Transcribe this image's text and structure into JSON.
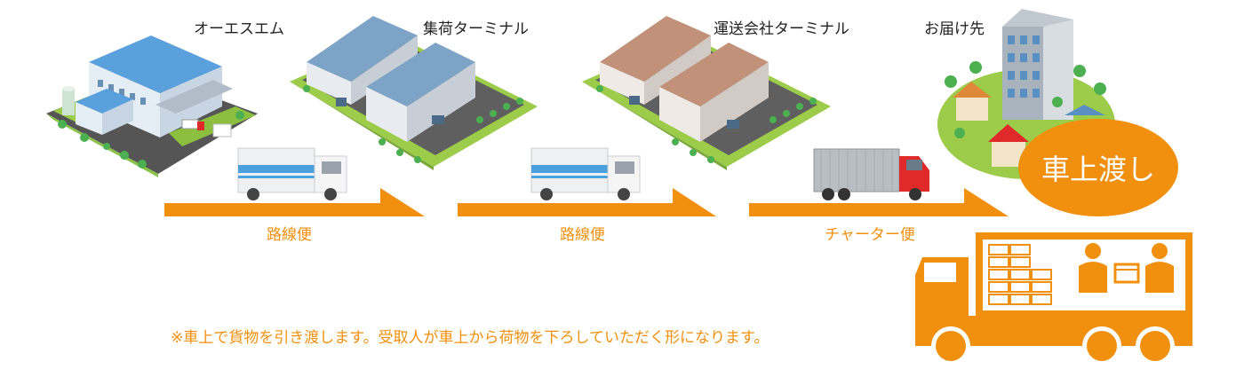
{
  "stages": [
    {
      "label": "オーエスエム"
    },
    {
      "label": "集荷ターミナル"
    },
    {
      "label": "運送会社ターミナル"
    },
    {
      "label": "お届け先"
    }
  ],
  "routes": [
    {
      "label": "路線便"
    },
    {
      "label": "路線便"
    },
    {
      "label": "チャーター便"
    }
  ],
  "badge": "車上渡し",
  "note": "※車上で貨物を引き渡します。受取人が車上から荷物を下ろしていただく形になります。",
  "colors": {
    "accent": "#f0900e",
    "grass": "#9ccc4a",
    "roof_blue": "#6b9bc8",
    "roof_brown": "#c2917a",
    "truck_red": "#e02a2a"
  }
}
